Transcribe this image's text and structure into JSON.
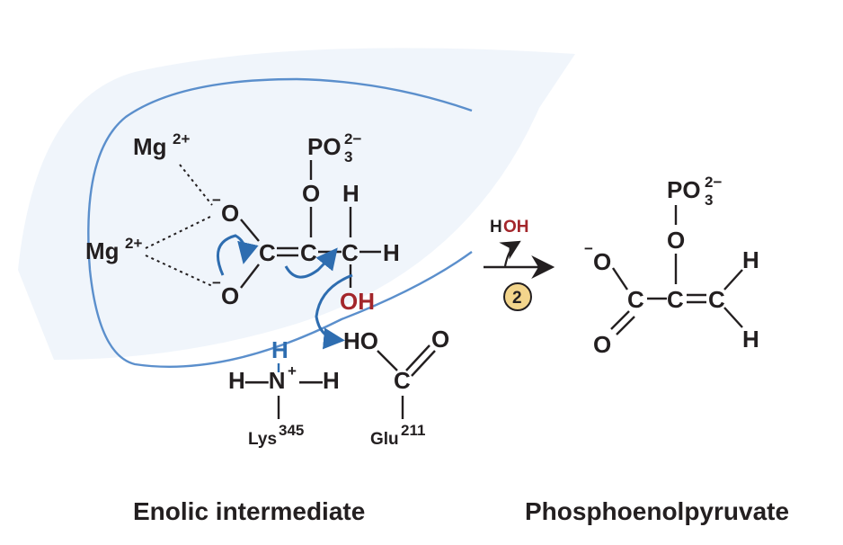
{
  "colors": {
    "enzyme_outline": "#5b8fcc",
    "enzyme_fill": "#dbe8f6",
    "electron_arrow": "#2e6db0",
    "hydroxyl_red": "#a3262b",
    "proton_blue": "#2e6db0",
    "step_badge_fill": "#f3d58c",
    "text": "#231f20"
  },
  "labels": {
    "mg_ion": "Mg",
    "mg_charge": "2+",
    "mg_ion_2": "Mg",
    "mg_charge_2": "2+",
    "phosphate": "PO",
    "phosphate_sub": "3",
    "phosphate_sup": "2−",
    "oxygen_bridge": "O",
    "hydrogen_top": "H",
    "o_minus_top": "O",
    "o_minus_bottom": "O",
    "minus_sign": "−",
    "carbon_1": "C",
    "carbon_2": "C",
    "carbon_3": "C",
    "hydrogen_right": "H",
    "hydroxyl": "OH",
    "lys_h_top": "H",
    "lys_amine": "H—N",
    "lys_plus": "+",
    "lys_h_right": "—H",
    "lys_name": "Lys",
    "lys_number": "345",
    "glu_ho": "HO",
    "glu_o": "O",
    "glu_c": "C",
    "glu_name": "Glu",
    "glu_number": "211",
    "water_h": "H",
    "water_oh": "OH",
    "step_number": "2",
    "pep_phosphate": "PO",
    "pep_phosphate_sub": "3",
    "pep_phosphate_sup": "2−",
    "pep_o_bridge": "O",
    "pep_o_minus": "O",
    "pep_o_double": "O",
    "pep_c1": "C",
    "pep_c2": "C",
    "pep_c3": "C",
    "pep_h_top": "H",
    "pep_h_bottom": "H",
    "caption_left": "Enolic intermediate",
    "caption_right": "Phosphoenolpyruvate"
  }
}
